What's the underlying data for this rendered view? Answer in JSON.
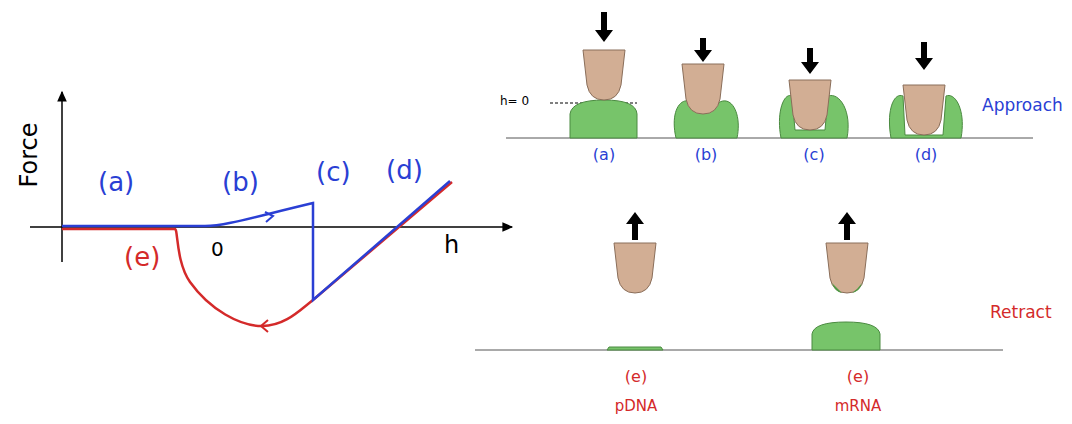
{
  "diagram": {
    "labels": [
      "Force",
      "(a)",
      "(b)",
      "(c)",
      "(d)",
      "(e)",
      "0",
      "h",
      "h= 0",
      "(a)",
      "(b)",
      "(c)",
      "(d)",
      "Approach",
      "(e)",
      "(e)",
      "pDNA",
      "mRNA",
      "Retract"
    ]
  }
}
